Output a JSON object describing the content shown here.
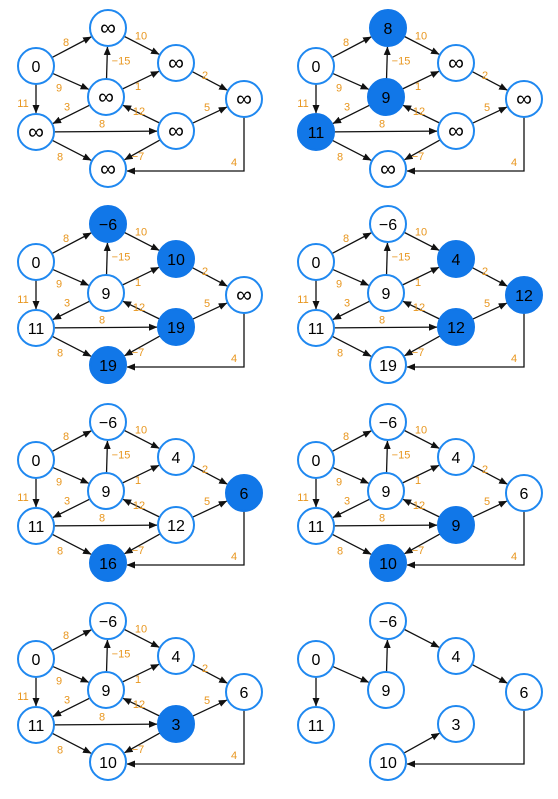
{
  "colors": {
    "node_stroke": "#1f88f0",
    "node_fill": "#ffffff",
    "highlight_fill": "#1177e8",
    "edge": "#111111",
    "weight": "#e8961e",
    "label": "#000000",
    "label_on_highlight": "#000000"
  },
  "nodes": [
    "s",
    "a",
    "b",
    "c",
    "d",
    "t",
    "e",
    "f"
  ],
  "edges": [
    {
      "from": "s",
      "to": "a",
      "w": "8"
    },
    {
      "from": "s",
      "to": "c",
      "w": "9"
    },
    {
      "from": "s",
      "to": "d",
      "w": "11"
    },
    {
      "from": "a",
      "to": "b",
      "w": "10"
    },
    {
      "from": "c",
      "to": "a",
      "w": "−15"
    },
    {
      "from": "c",
      "to": "b",
      "w": "1"
    },
    {
      "from": "c",
      "to": "d",
      "w": "3"
    },
    {
      "from": "e",
      "to": "c",
      "w": "12"
    },
    {
      "from": "b",
      "to": "t",
      "w": "2"
    },
    {
      "from": "e",
      "to": "t",
      "w": "5"
    },
    {
      "from": "d",
      "to": "e",
      "w": "8"
    },
    {
      "from": "d",
      "to": "f",
      "w": "8"
    },
    {
      "from": "e",
      "to": "f",
      "w": "−7"
    },
    {
      "from": "t",
      "to": "f",
      "w": "4"
    }
  ],
  "panels": [
    {
      "labels": {
        "s": "0",
        "a": "∞",
        "b": "∞",
        "c": "∞",
        "d": "∞",
        "t": "∞",
        "e": "∞",
        "f": "∞"
      },
      "highlighted": [],
      "edges_shown": "all"
    },
    {
      "labels": {
        "s": "0",
        "a": "8",
        "b": "∞",
        "c": "9",
        "d": "11",
        "t": "∞",
        "e": "∞",
        "f": "∞"
      },
      "highlighted": [
        "a",
        "c",
        "d"
      ],
      "edges_shown": "all"
    },
    {
      "labels": {
        "s": "0",
        "a": "−6",
        "b": "10",
        "c": "9",
        "d": "11",
        "t": "∞",
        "e": "19",
        "f": "19"
      },
      "highlighted": [
        "a",
        "b",
        "e",
        "f"
      ],
      "edges_shown": "all"
    },
    {
      "labels": {
        "s": "0",
        "a": "−6",
        "b": "4",
        "c": "9",
        "d": "11",
        "t": "12",
        "e": "12",
        "f": "19"
      },
      "highlighted": [
        "b",
        "t",
        "e"
      ],
      "edges_shown": "all"
    },
    {
      "labels": {
        "s": "0",
        "a": "−6",
        "b": "4",
        "c": "9",
        "d": "11",
        "t": "6",
        "e": "12",
        "f": "16"
      },
      "highlighted": [
        "t",
        "f"
      ],
      "edges_shown": "all"
    },
    {
      "labels": {
        "s": "0",
        "a": "−6",
        "b": "4",
        "c": "9",
        "d": "11",
        "t": "6",
        "e": "9",
        "f": "10"
      },
      "highlighted": [
        "e",
        "f"
      ],
      "edges_shown": "all"
    },
    {
      "labels": {
        "s": "0",
        "a": "−6",
        "b": "4",
        "c": "9",
        "d": "11",
        "t": "6",
        "e": "3",
        "f": "10"
      },
      "highlighted": [
        "e"
      ],
      "edges_shown": "all"
    },
    {
      "labels": {
        "s": "0",
        "a": "−6",
        "b": "4",
        "c": "9",
        "d": "11",
        "t": "6",
        "e": "3",
        "f": "10"
      },
      "highlighted": [],
      "edges_shown": [
        "s-c",
        "s-d",
        "c-a",
        "a-b",
        "b-t",
        "t-f",
        "f-e"
      ]
    }
  ]
}
